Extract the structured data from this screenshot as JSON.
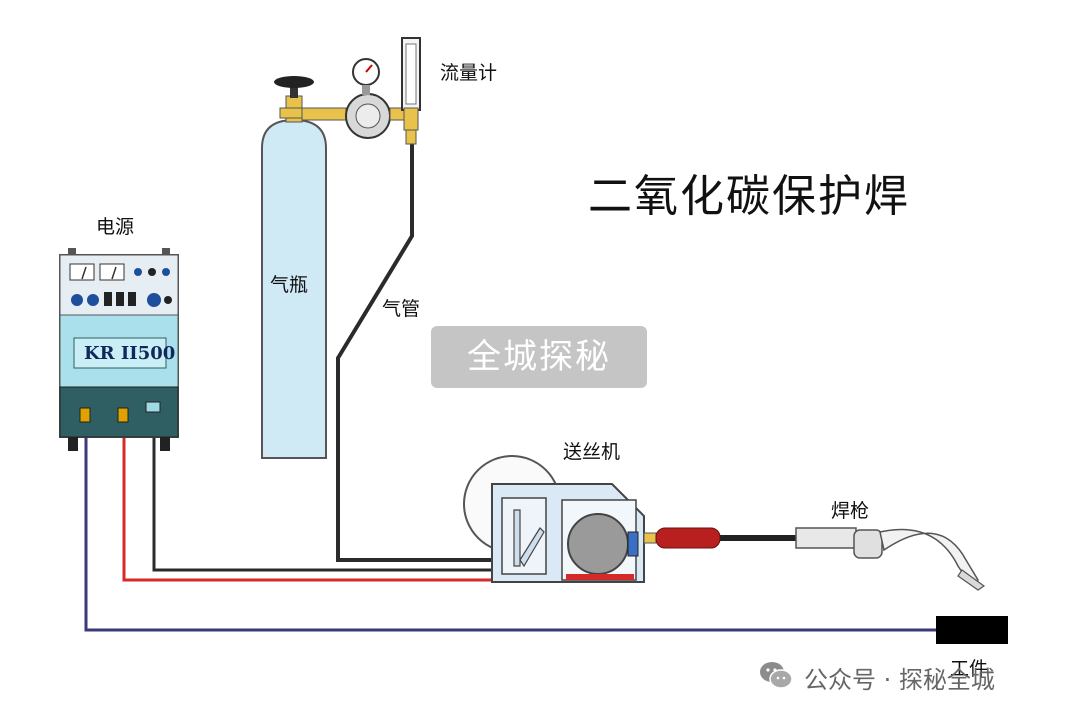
{
  "title": "二氧化碳保护焊",
  "labels": {
    "power_supply": "电源",
    "gas_cylinder": "气瓶",
    "gas_hose": "气管",
    "flowmeter": "流量计",
    "wire_feeder": "送丝机",
    "welding_torch": "焊枪",
    "workpiece": "工件"
  },
  "power_supply_model": "KR II500",
  "watermark": "全城探秘",
  "footer": "公众号 · 探秘全城",
  "icons": {
    "footer_icon": "wechat-icon"
  },
  "colors": {
    "cable_red": "#d42a2a",
    "cable_purple": "#3a3a7a",
    "cable_black": "#2b2b2b",
    "cylinder_blue": "#cfe9f5",
    "machine_teal": "#2f5f63",
    "torch_handle_red": "#b82020"
  }
}
